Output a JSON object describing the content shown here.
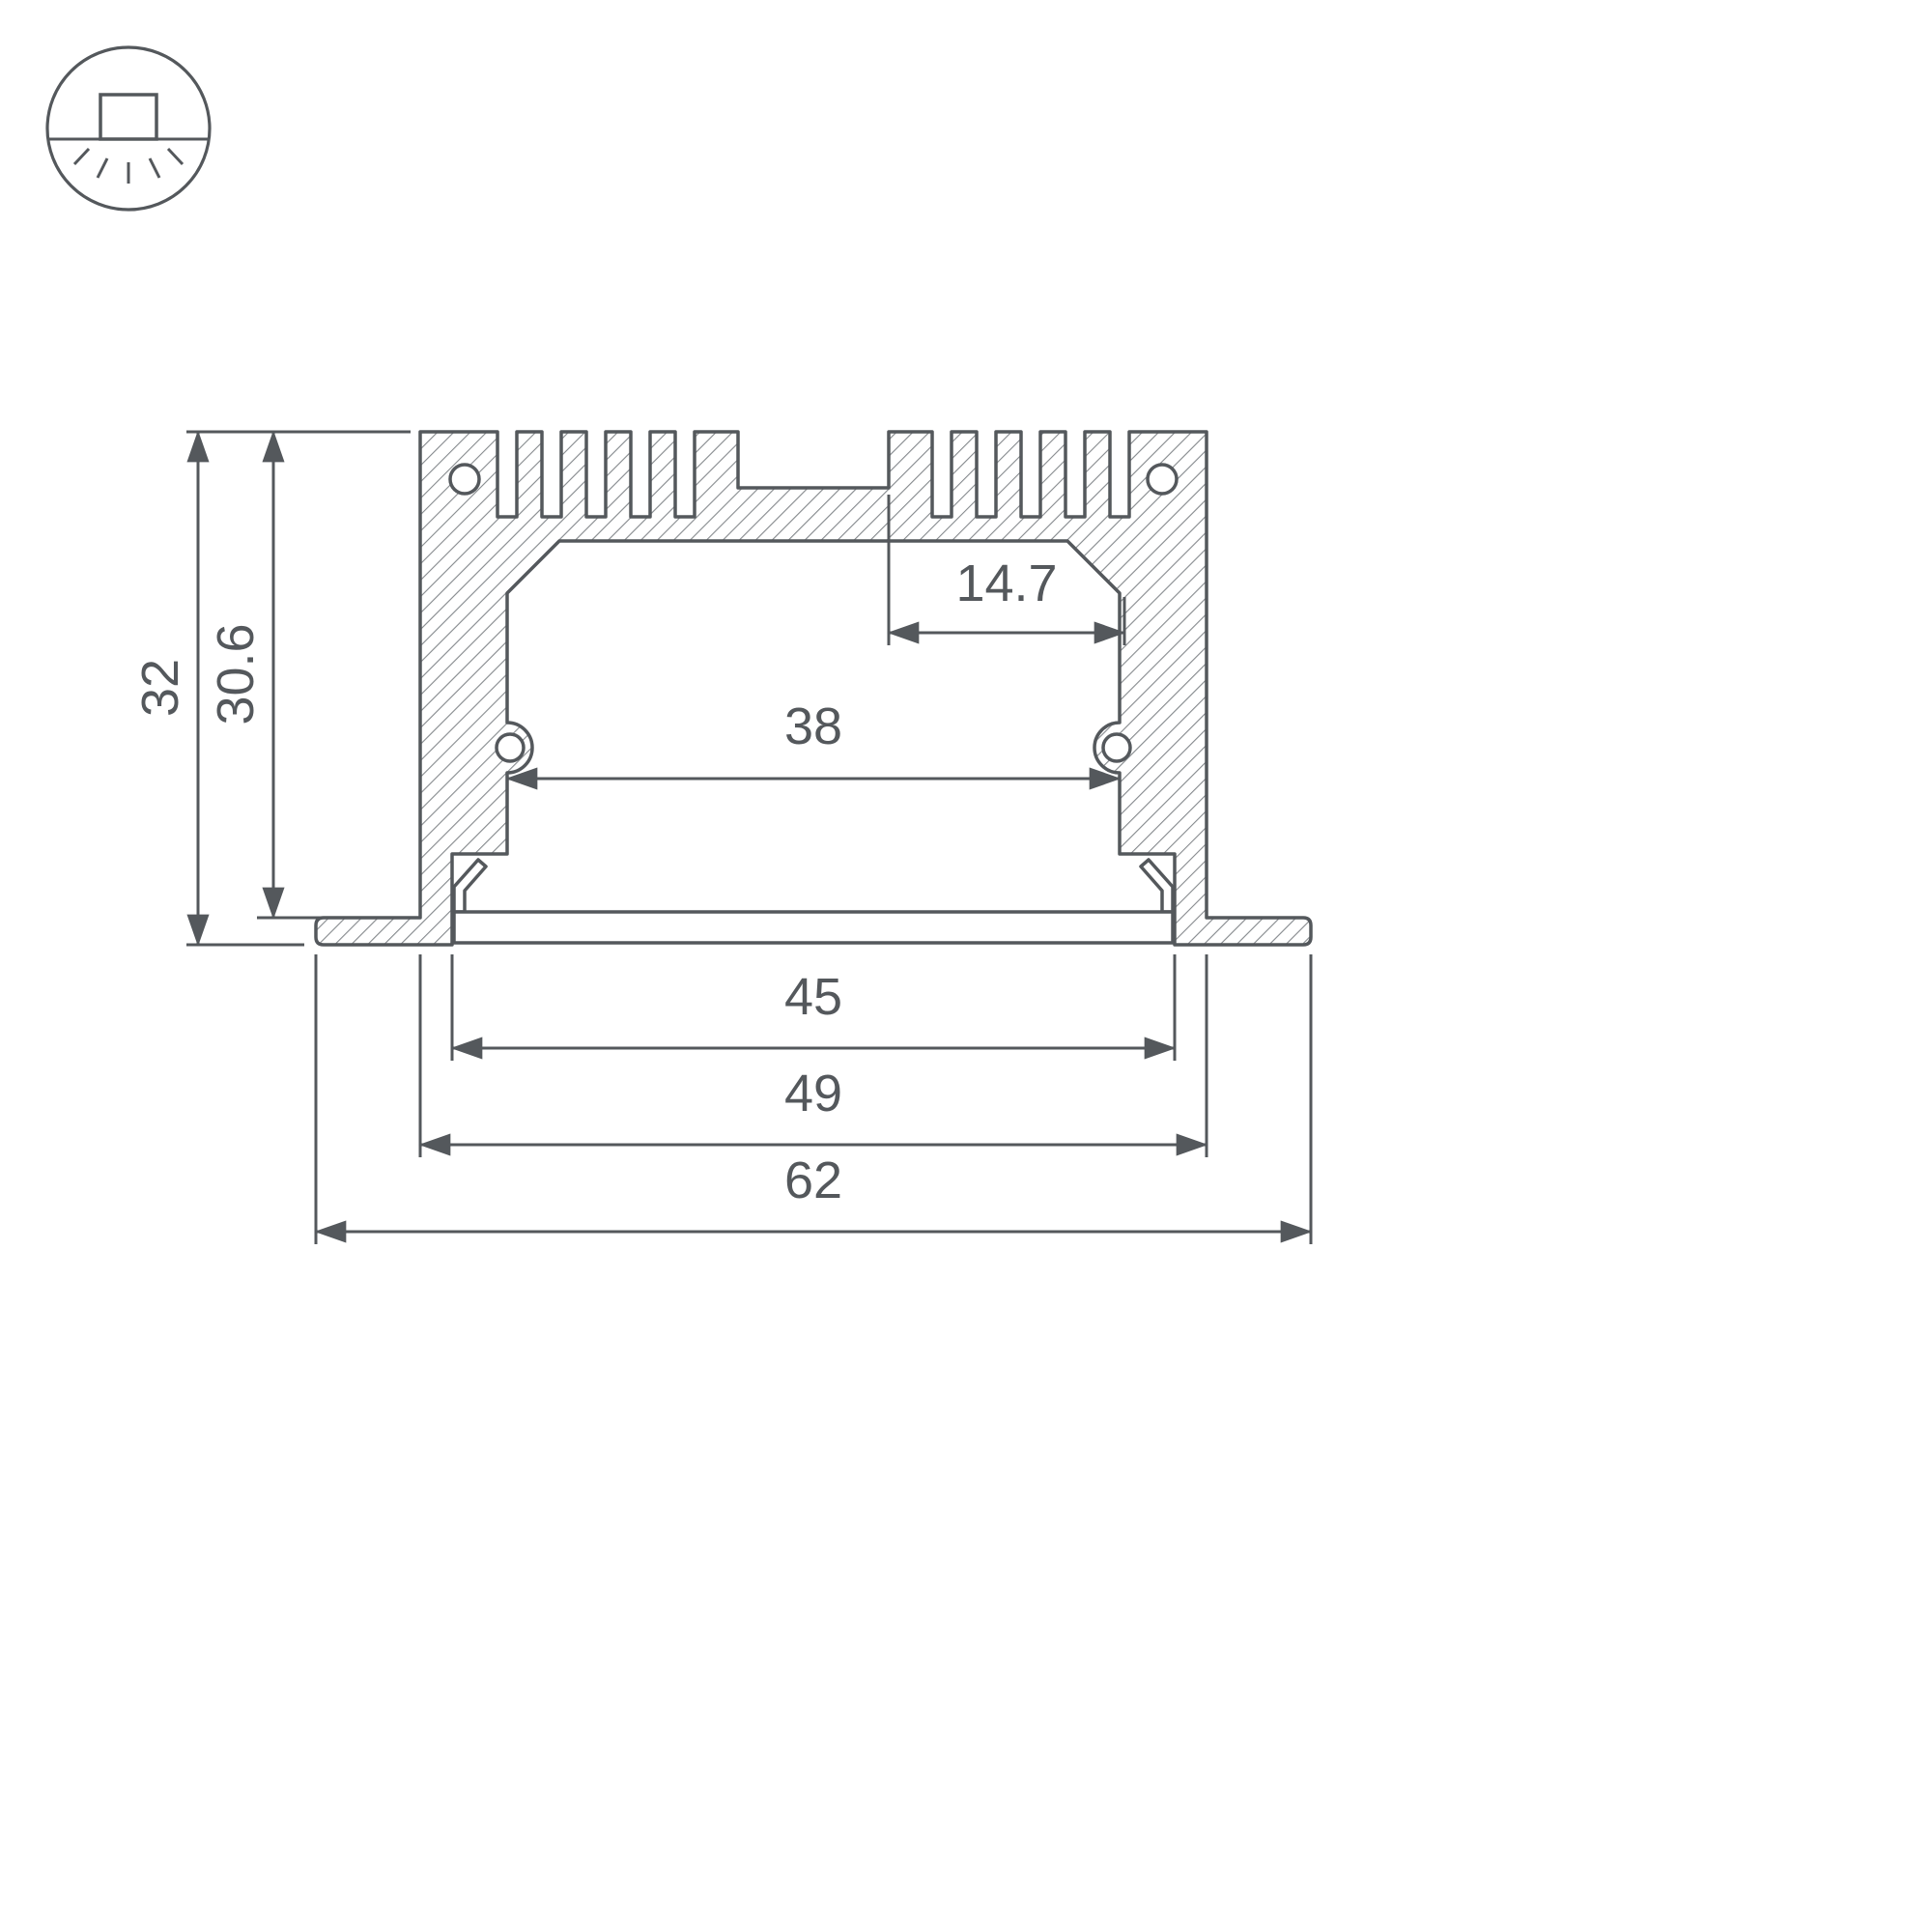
{
  "icons": {
    "mount_type": "recessed-mount-icon"
  },
  "drawing": {
    "type": "technical-cross-section",
    "subject": "recessed-led-profile",
    "dimensions": {
      "total_height": "32",
      "body_height": "30.6",
      "slot_width": "14.7",
      "inner_width": "38",
      "opening_width": "45",
      "body_width": "49",
      "overall_width": "62"
    },
    "colors": {
      "line": "#54585c",
      "hatch": "#84888c",
      "background": "#ffffff"
    }
  }
}
